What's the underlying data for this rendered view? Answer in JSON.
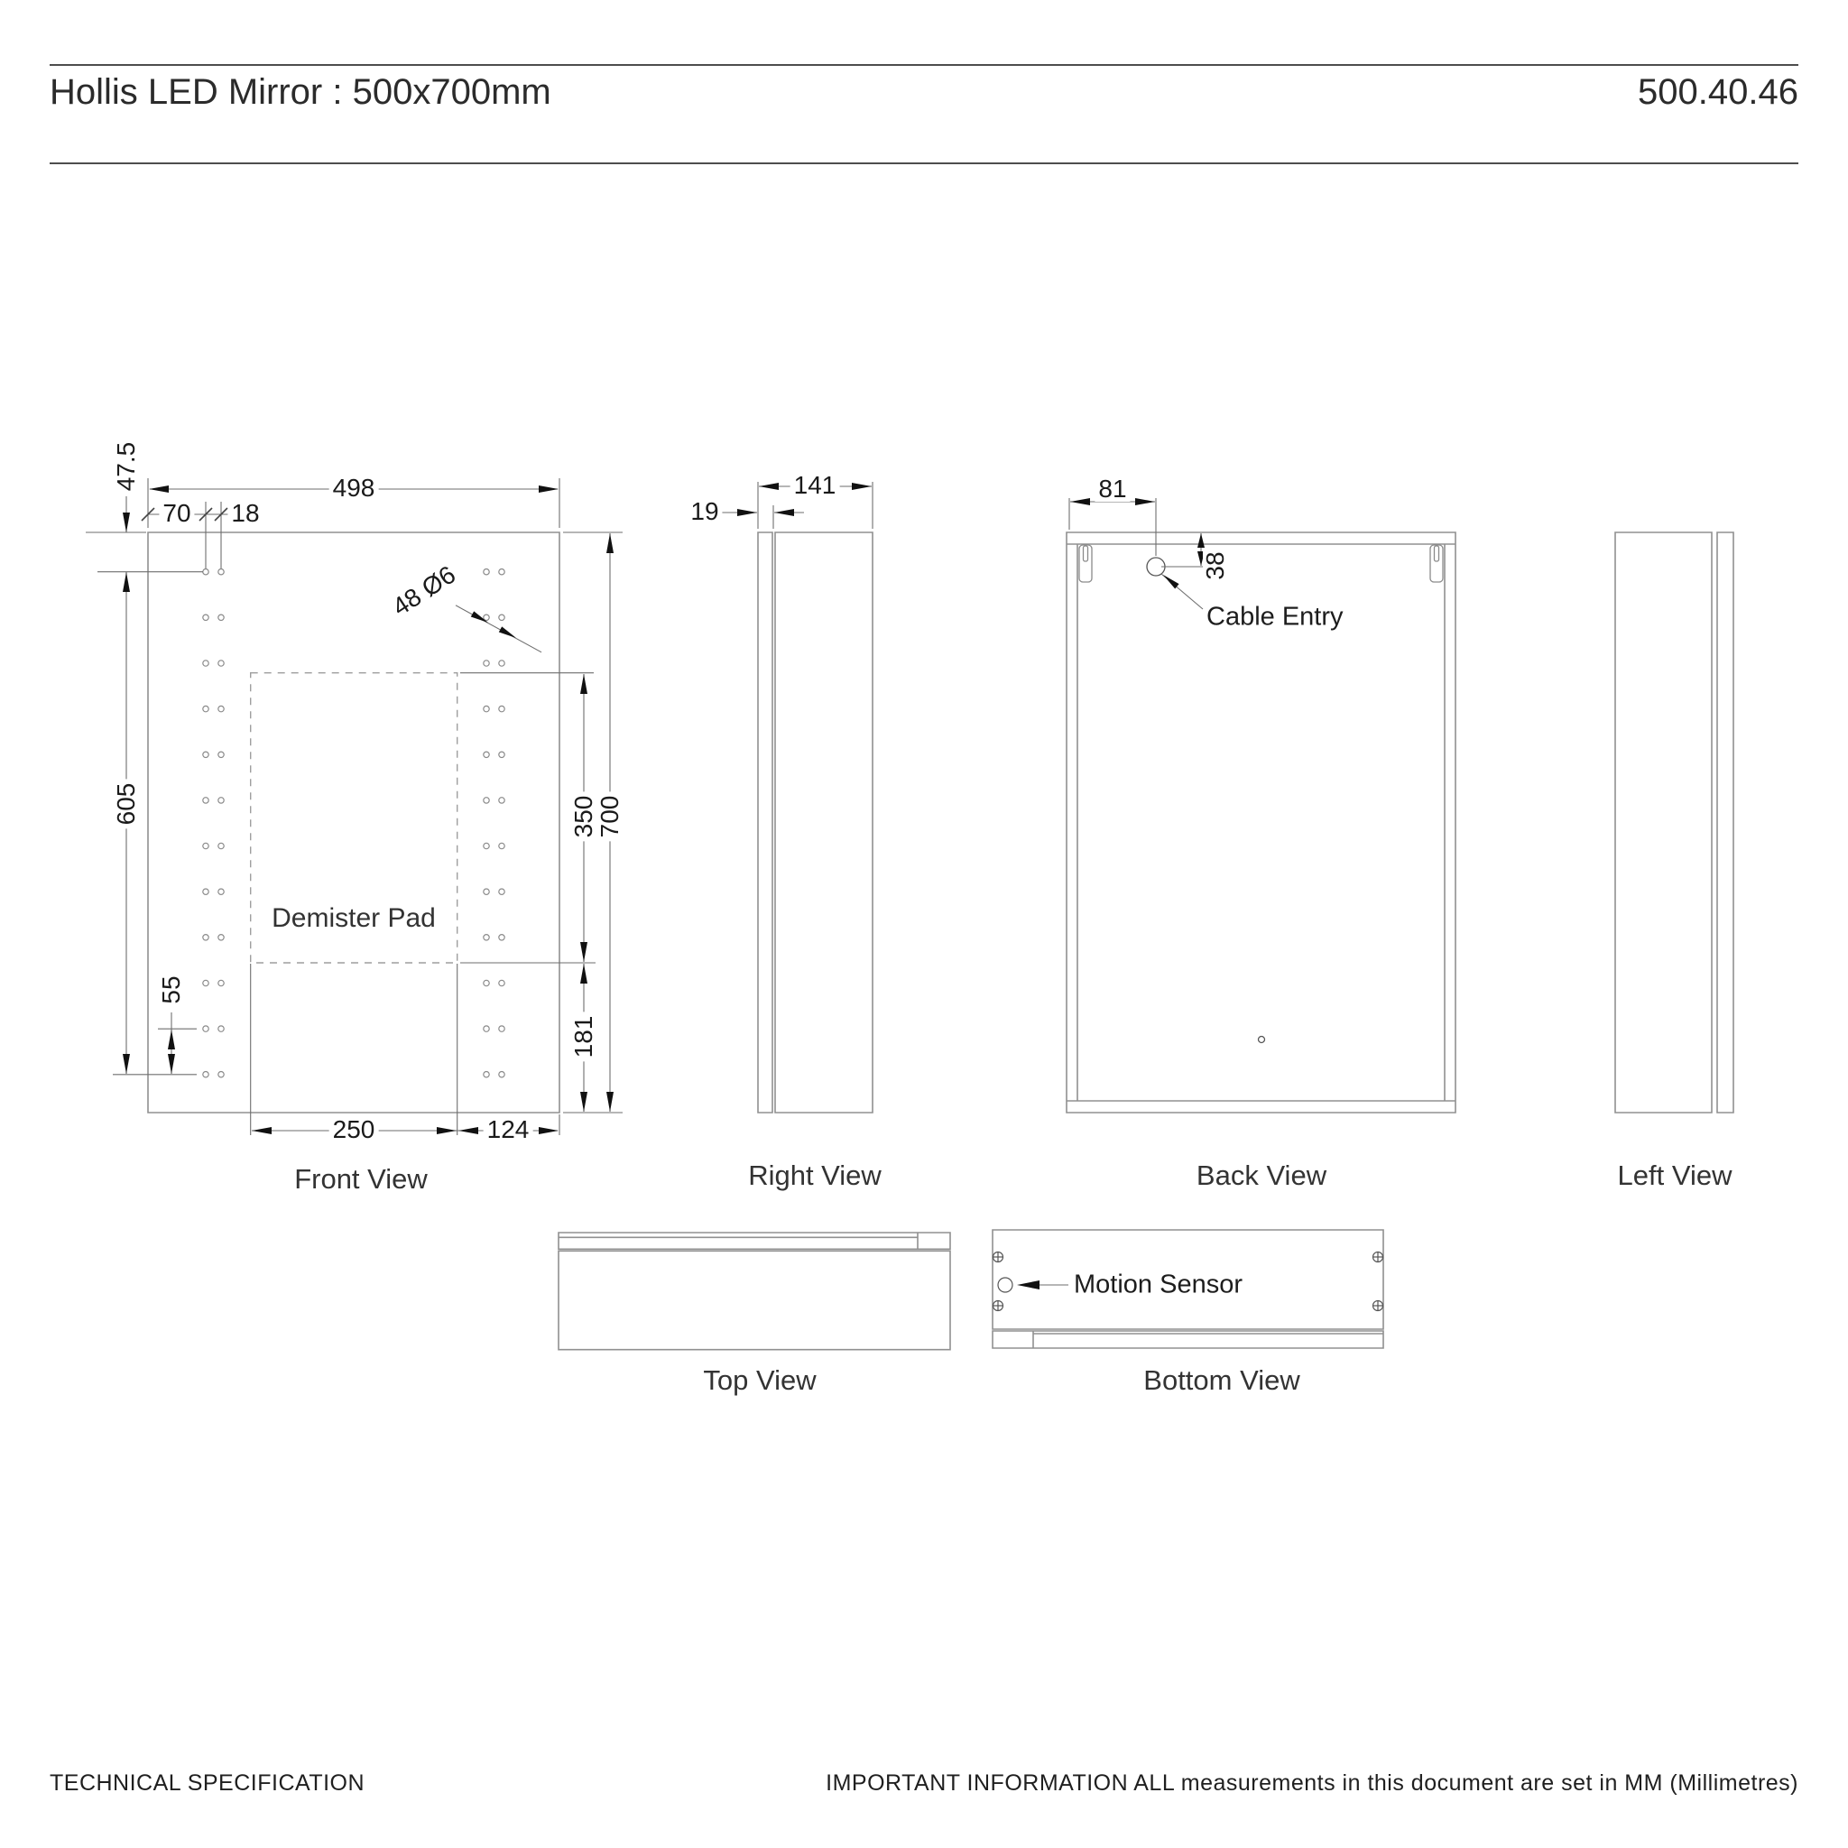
{
  "header": {
    "title": "Hollis LED Mirror : 500x700mm",
    "code": "500.40.46"
  },
  "footer": {
    "left": "TECHNICAL SPECIFICATION",
    "right": "IMPORTANT INFORMATION  ALL measurements in this document are set in MM (Millimetres)"
  },
  "views": {
    "front": {
      "label": "Front View"
    },
    "right": {
      "label": "Right View"
    },
    "back": {
      "label": "Back View"
    },
    "left": {
      "label": "Left View"
    },
    "top": {
      "label": "Top View"
    },
    "bottom": {
      "label": "Bottom View"
    }
  },
  "annotations": {
    "demister_pad": "Demister Pad",
    "cable_entry": "Cable Entry",
    "motion_sensor": "Motion Sensor",
    "holes_note": "48 Ø6"
  },
  "dims": {
    "front": {
      "width": "498",
      "top_hole_offset": "47.5",
      "hole_col_offset": "70",
      "hole_col_gap": "18",
      "hole_span": "605",
      "hole_row_gap": "55",
      "pad_width": "250",
      "pad_side_offset": "124",
      "pad_height": "350",
      "height": "700",
      "pad_bottom_offset": "181"
    },
    "right": {
      "depth": "141",
      "glass_thickness": "19"
    },
    "back": {
      "cable_from_left": "81",
      "cable_from_top": "38"
    }
  },
  "drawing": {
    "hole_grid": {
      "rows": 12,
      "row_start_y": 633.7,
      "row_step": 50.64,
      "col_x": [
        228,
        245,
        539,
        556
      ],
      "radius": 3.2
    }
  }
}
